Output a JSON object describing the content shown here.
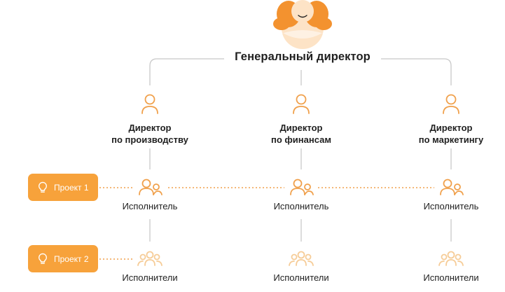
{
  "colors": {
    "accent_orange": "#f7a23b",
    "icon_orange": "#f0a04b",
    "icon_light": "#f6cc97",
    "connector_gray": "#c8c8c8"
  },
  "ceo": {
    "title": "Генеральный директор",
    "icon": "ceo-avatar-icon"
  },
  "directors": [
    {
      "line1": "Директор",
      "line2": "по производству",
      "icon": "person-icon"
    },
    {
      "line1": "Директор",
      "line2": "по финансам",
      "icon": "person-icon"
    },
    {
      "line1": "Директор",
      "line2": "по маркетингу",
      "icon": "person-icon"
    }
  ],
  "projects": [
    {
      "label": "Проект 1",
      "icon": "lightbulb-icon"
    },
    {
      "label": "Проект 2",
      "icon": "lightbulb-icon"
    }
  ],
  "row1": {
    "label": "Исполнитель",
    "icon": "two-people-icon"
  },
  "row2": {
    "label": "Исполнители",
    "icon": "group-icon"
  }
}
